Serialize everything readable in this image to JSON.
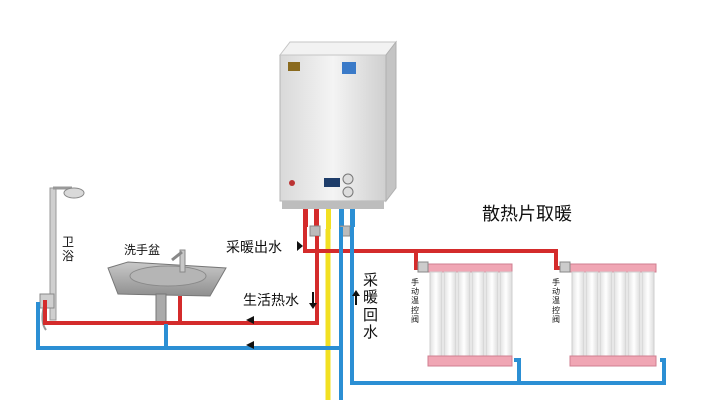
{
  "labels": {
    "title": "散热片取暖",
    "bath": "卫浴",
    "basin": "洗手盆",
    "heating_out": "采暖出水",
    "hot_water": "生活热水",
    "heating_return": "采暖回水",
    "valve_1": "手动温控阀",
    "valve_2": "手动温控阀"
  },
  "colors": {
    "hot_pipe": "#d42b2b",
    "cold_pipe": "#2b8fd4",
    "gas_pipe": "#f2e022",
    "radiator_fin": "#f3f3f3",
    "radiator_cap": "#f0a6b4",
    "boiler_body": "#e9e9e9"
  },
  "icons": [
    "shower-icon",
    "basin-icon",
    "boiler-icon",
    "radiator-icon",
    "valve-icon"
  ]
}
